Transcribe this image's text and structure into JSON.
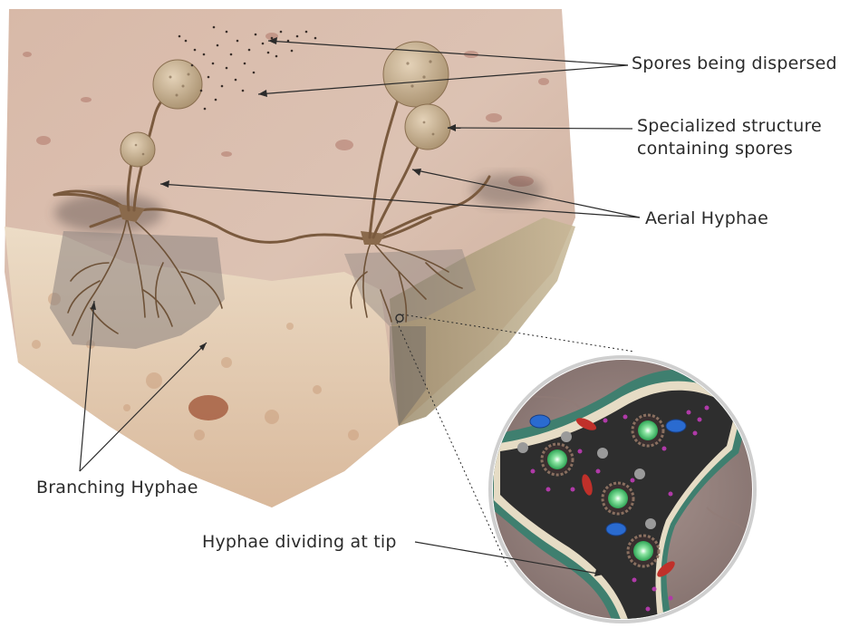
{
  "labels": {
    "spores_dispersed": "Spores being dispersed",
    "specialized_structure_line1": "Specialized structure",
    "specialized_structure_line2": "containing spores",
    "aerial_hyphae": "Aerial Hyphae",
    "branching_hyphae": "Branching Hyphae",
    "hyphae_dividing": "Hyphae dividing at tip"
  },
  "colors": {
    "surface": "#d9bfb0",
    "substrate": "#e6d3bd",
    "hypha": "#8a6a4c",
    "sporangium": "#cbb69b",
    "cell_wall": "#3f7f6f",
    "cytoplasm": "#2e2e2e",
    "nucleus": "#47c06b",
    "vesicle_blue": "#2a6bd0",
    "mitochondria": "#c0302a",
    "granule": "#b03aa8",
    "label_text": "#2b2b2b"
  }
}
